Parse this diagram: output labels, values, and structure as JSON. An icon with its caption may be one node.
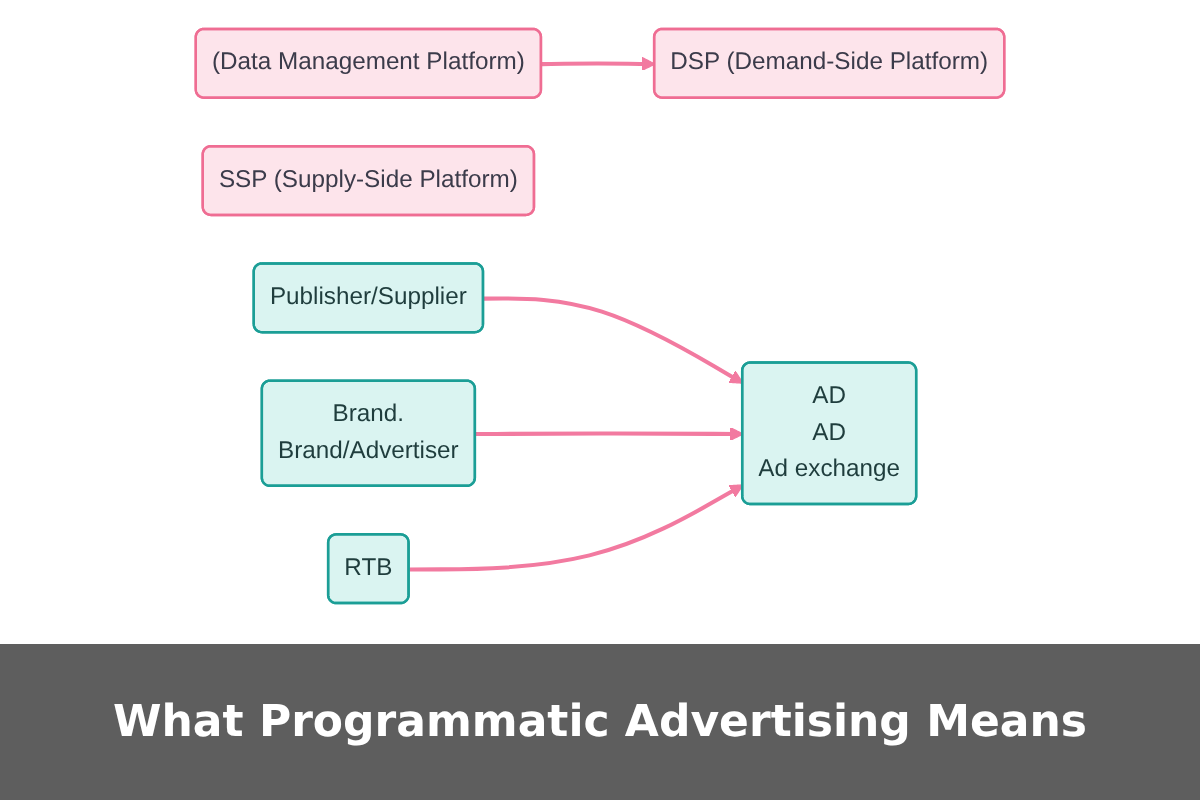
{
  "diagram": {
    "title": "What Programmatic Advertising Means",
    "nodes": [
      {
        "text": [
          "(Data Management Platform)"
        ]
      },
      {
        "text": [
          "SSP (Supply-Side Platform)"
        ]
      },
      {
        "text": [
          "DSP (Demand-Side Platform)"
        ]
      },
      {
        "text": [
          "Publisher/Supplier"
        ]
      },
      {
        "text": [
          "AD",
          "AD",
          "Ad exchange"
        ]
      },
      {
        "text": [
          "Brand.",
          "Brand/Advertiser"
        ]
      },
      {
        "text": [
          "RTB"
        ]
      }
    ],
    "edges": [
      {
        "from": 0,
        "to": 2,
        "arrow": "to"
      },
      {
        "from": 3,
        "to": 4,
        "arrow": "to"
      },
      {
        "from": 5,
        "to": 4,
        "arrow": "to"
      },
      {
        "from": 6,
        "to": 4,
        "arrow": "to"
      }
    ]
  }
}
